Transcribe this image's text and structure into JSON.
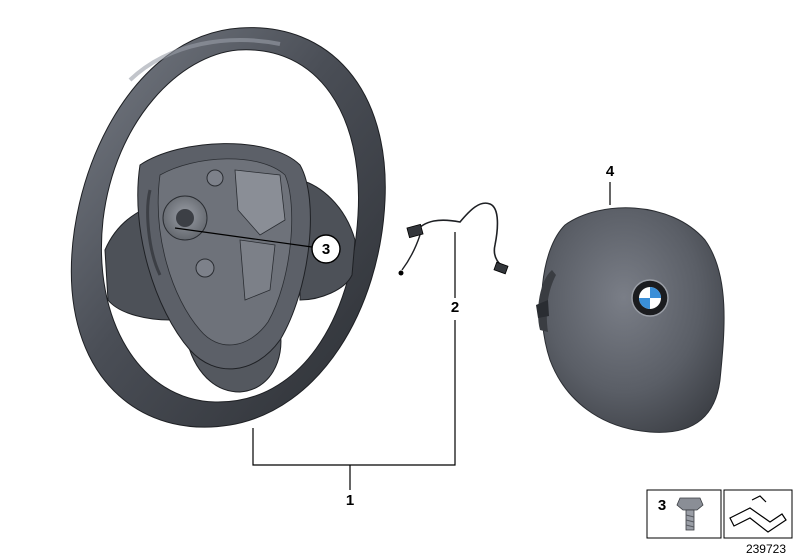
{
  "callouts": {
    "steering_wheel": "1",
    "wiring_harness": "2",
    "screw": "3",
    "airbag_module": "4"
  },
  "legend": {
    "item_number": "3"
  },
  "diagram_number": "239723",
  "colors": {
    "rim": "#4a4e56",
    "rim_light": "#6b7079",
    "rim_dark": "#2c2f34",
    "airbag": "#5a5e66",
    "airbag_light": "#737780",
    "background": "#ffffff",
    "line": "#000000"
  }
}
